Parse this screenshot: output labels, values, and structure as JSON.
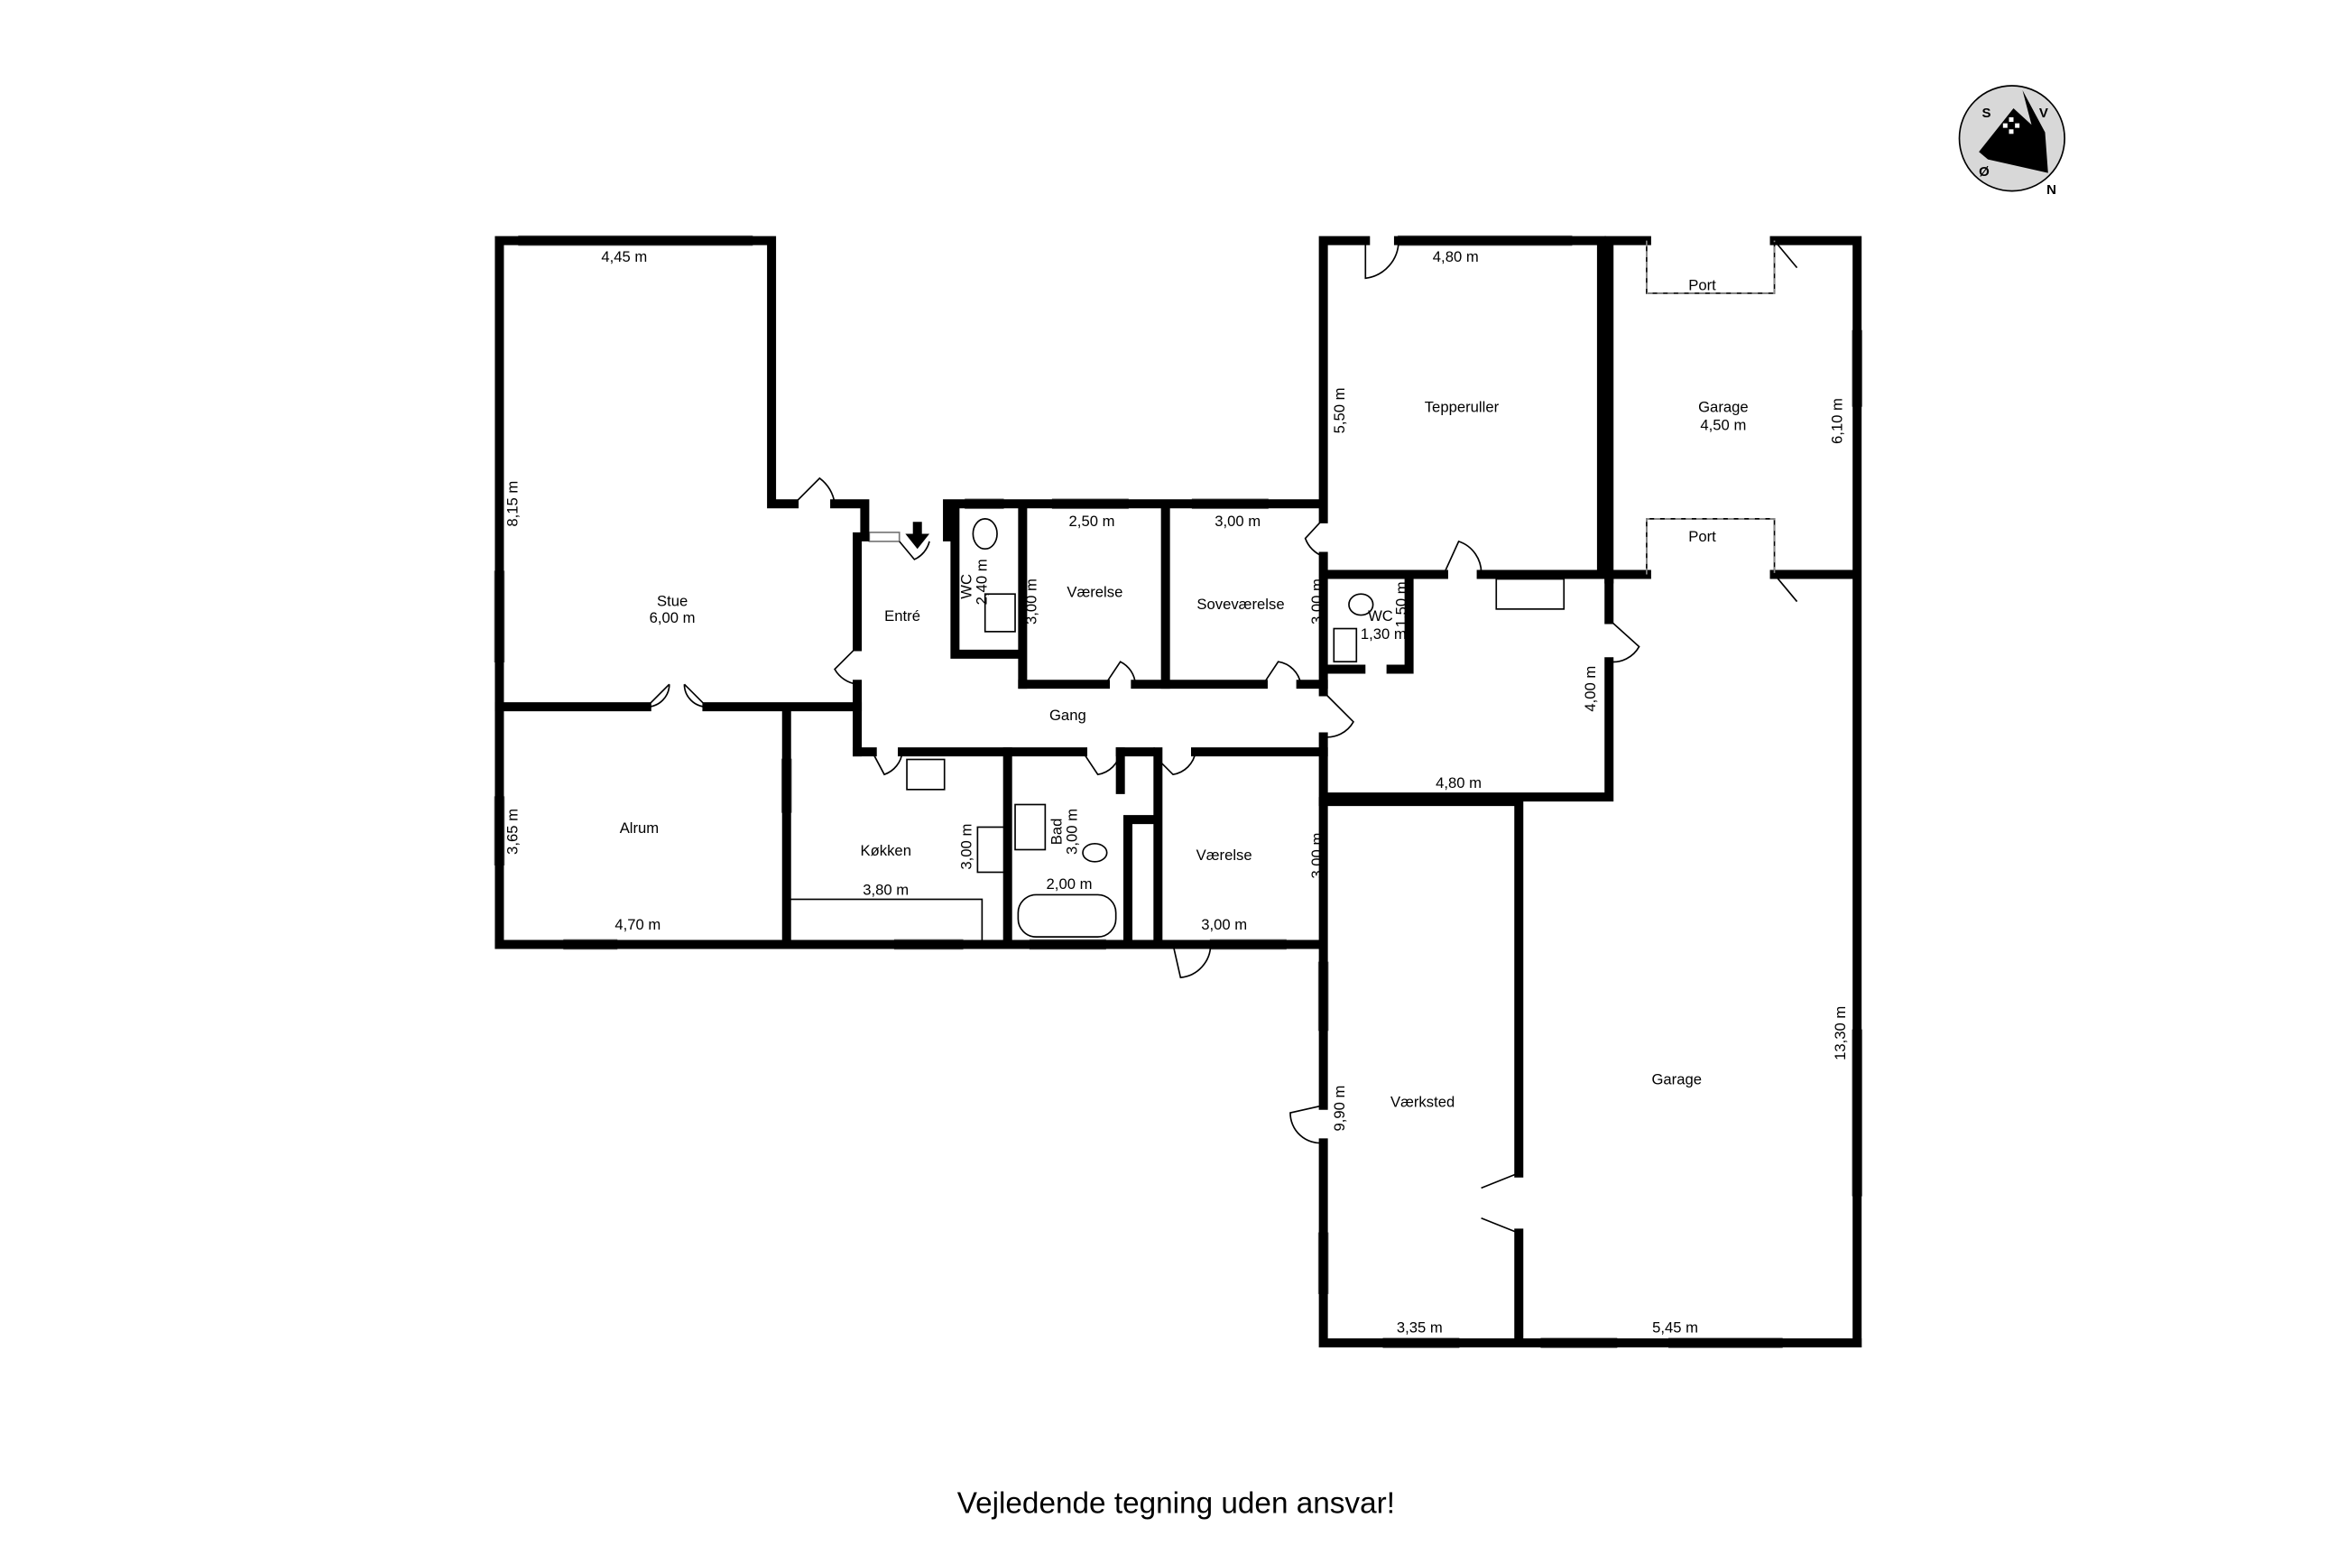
{
  "rooms": {
    "stue": {
      "name": "Stue",
      "area_dim": "6,00 m",
      "width": "4,45 m",
      "height": "8,15 m"
    },
    "entre": {
      "name": "Entré"
    },
    "wc1": {
      "name": "WC",
      "dim": "2,40 m"
    },
    "vaerelse1": {
      "name": "Værelse",
      "width": "2,50 m",
      "height": "3,00 m"
    },
    "sovevaerelse": {
      "name": "Soveværelse",
      "width": "3,00 m",
      "height": "3,00 m"
    },
    "wc2": {
      "name": "WC",
      "width": "1,30 m",
      "height": "1,50 m"
    },
    "tepperuller": {
      "name": "Tepperuller",
      "width": "4,80 m",
      "height": "5,50 m"
    },
    "garage1": {
      "name": "Garage",
      "width": "4,50 m",
      "height": "6,10 m",
      "port_top": "Port",
      "port_bottom": "Port"
    },
    "gang": {
      "name": "Gang"
    },
    "hall_room": {
      "width": "4,80 m",
      "height": "4,00 m"
    },
    "alrum": {
      "name": "Alrum",
      "width": "4,70 m",
      "height": "3,65 m"
    },
    "kokken": {
      "name": "Køkken",
      "width": "3,80 m",
      "height": "3,00 m"
    },
    "bad": {
      "name": "Bad",
      "width": "2,00 m",
      "height": "3,00 m"
    },
    "vaerelse2": {
      "name": "Værelse",
      "width": "3,00 m",
      "height": "3,00 m"
    },
    "vaerksted": {
      "name": "Værksted",
      "width": "3,35 m",
      "height": "9,90 m"
    },
    "garage2": {
      "name": "Garage",
      "width": "5,45 m",
      "height": "13,30 m"
    }
  },
  "compass": {
    "s": "S",
    "v": "V",
    "o": "Ø",
    "n": "N"
  },
  "footer": "Vejledende tegning uden ansvar!"
}
